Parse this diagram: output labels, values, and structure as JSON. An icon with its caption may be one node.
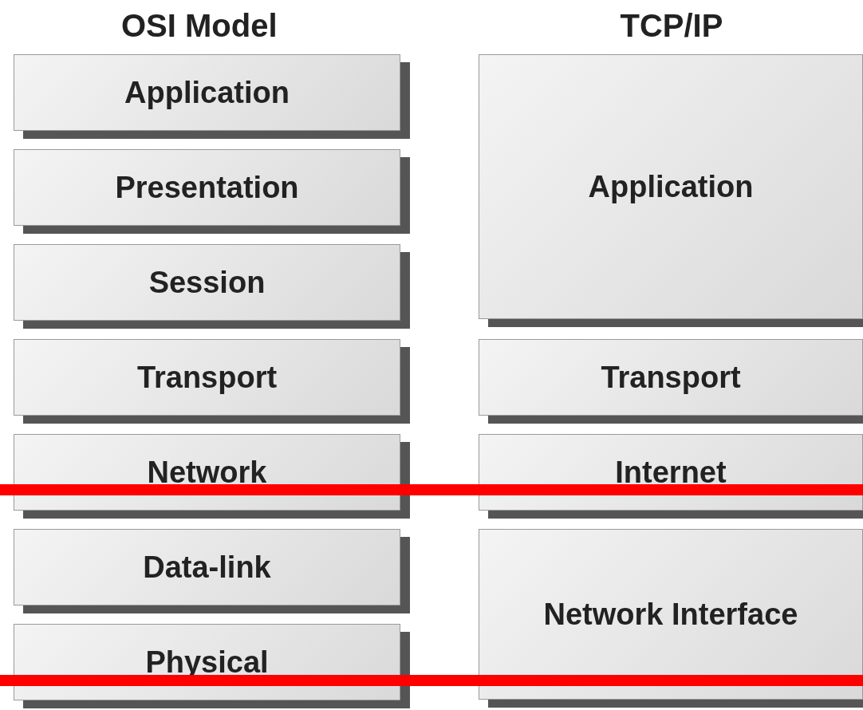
{
  "diagram": {
    "nodes": [
      {
        "text": [
          "Application"
        ]
      },
      {
        "text": [
          "Presentation"
        ]
      },
      {
        "text": [
          "Session"
        ]
      },
      {
        "text": [
          "Transport"
        ]
      },
      {
        "text": [
          "Network"
        ]
      },
      {
        "text": [
          "Data-link"
        ]
      },
      {
        "text": [
          "Physical"
        ]
      },
      {
        "text": [
          "Application"
        ]
      },
      {
        "text": [
          "Transport"
        ]
      },
      {
        "text": [
          "Internet"
        ]
      },
      {
        "text": [
          "Network Interface"
        ]
      }
    ],
    "edges": [],
    "labels": [
      "OSI Model",
      "TCP/IP"
    ]
  }
}
